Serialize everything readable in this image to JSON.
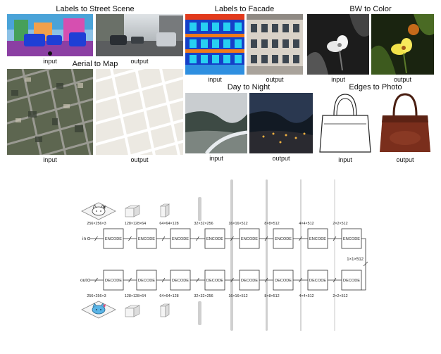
{
  "panels": {
    "street": {
      "title": "Labels to Street Scene",
      "input": "input",
      "output": "output"
    },
    "facade": {
      "title": "Labels to Facade",
      "input": "input",
      "output": "output"
    },
    "bw": {
      "title": "BW to Color",
      "input": "input",
      "output": "output"
    },
    "aerial": {
      "title": "Aerial to Map",
      "input": "input",
      "output": "output"
    },
    "daynight": {
      "title": "Day to Night",
      "input": "input",
      "output": "output"
    },
    "edges": {
      "title": "Edges to Photo",
      "input": "input",
      "output": "output"
    }
  },
  "network": {
    "in_label": "in",
    "out_label": "out",
    "encode_label": "ENCODE",
    "decode_label": "DECODE",
    "bottleneck": "1×1×512",
    "enc_dims": [
      "256×256×3",
      "128×128×64",
      "64×64×128",
      "32×32×256",
      "16×16×512",
      "8×8×512",
      "4×4×512",
      "2×2×512"
    ],
    "dec_dims": [
      "256×256×3",
      "128×128×64",
      "64×64×128",
      "32×32×256",
      "16×16×512",
      "8×8×512",
      "4×4×512",
      "2×2×512"
    ],
    "colors": {
      "block_fill": "#ffffff",
      "block_stroke": "#333333",
      "skip": "#bbbbbb",
      "sketch_in": "#444444",
      "sketch_out": "#5ab4e6"
    }
  }
}
